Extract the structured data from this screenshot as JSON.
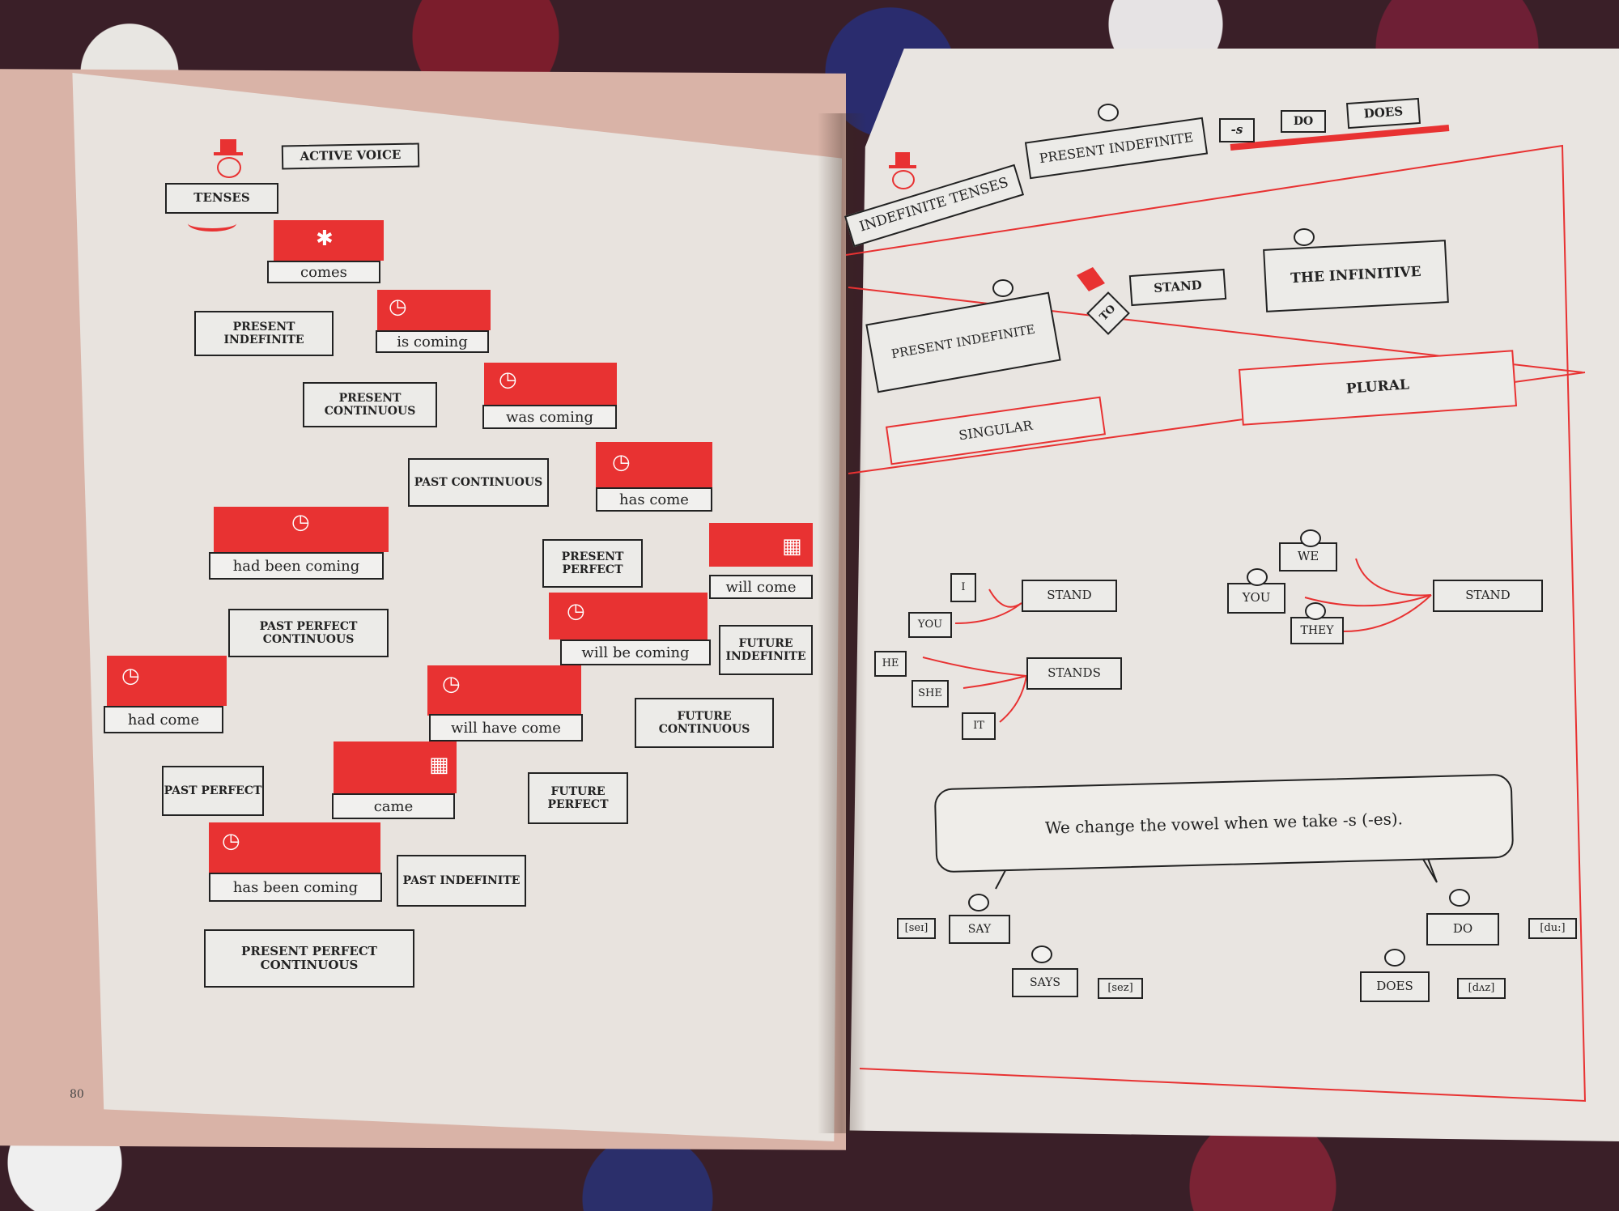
{
  "left_page": {
    "header": {
      "active_voice": "ACTIVE VOICE",
      "tenses": "TENSES"
    },
    "tenses": [
      {
        "verb": "comes",
        "name": "PRESENT INDEFINITE"
      },
      {
        "verb": "is coming",
        "name": "PRESENT CONTINUOUS"
      },
      {
        "verb": "was coming",
        "name": "PAST CONTINUOUS"
      },
      {
        "verb": "has come",
        "name": "PRESENT PERFECT"
      },
      {
        "verb": "had been coming",
        "name": "PAST PERFECT CONTINUOUS"
      },
      {
        "verb": "will come",
        "name": "FUTURE INDEFINITE"
      },
      {
        "verb": "will be coming",
        "name": "FUTURE CONTINUOUS"
      },
      {
        "verb": "had come",
        "name": "PAST PERFECT"
      },
      {
        "verb": "will have come",
        "name": "FUTURE PERFECT"
      },
      {
        "verb": "came",
        "name": "PAST INDEFINITE"
      },
      {
        "verb": "has been coming",
        "name": "PRESENT PERFECT CONTINUOUS"
      }
    ],
    "page_number": "80"
  },
  "right_page": {
    "header": {
      "indefinite_tenses": "INDEFINITE TENSES",
      "present_indefinite": "PRESENT INDEFINITE",
      "s": "-s",
      "do": "DO",
      "does": "DOES"
    },
    "infinitive_row": {
      "present_indefinite": "PRESENT INDEFINITE",
      "to": "TO",
      "stand": "STAND",
      "the_infinitive": "THE INFINITIVE"
    },
    "singular": "SINGULAR",
    "plural": "PLURAL",
    "singular_pronouns": [
      "I",
      "YOU",
      "HE",
      "SHE",
      "IT"
    ],
    "singular_verbs": {
      "stand": "STAND",
      "stands": "STANDS"
    },
    "plural_pronouns": [
      "WE",
      "YOU",
      "THEY"
    ],
    "plural_verb": "STAND",
    "caption": "We change the vowel when we take -s (-es).",
    "examples": {
      "say": "SAY",
      "say_ipa": "[seɪ]",
      "says": "SAYS",
      "says_ipa": "[sez]",
      "do": "DO",
      "do_ipa": "[du:]",
      "does": "DOES",
      "does_ipa": "[dʌz]"
    },
    "colors": {
      "accent_red": "#e83232",
      "ink": "#222222",
      "paper": "#e9e5e1"
    }
  }
}
